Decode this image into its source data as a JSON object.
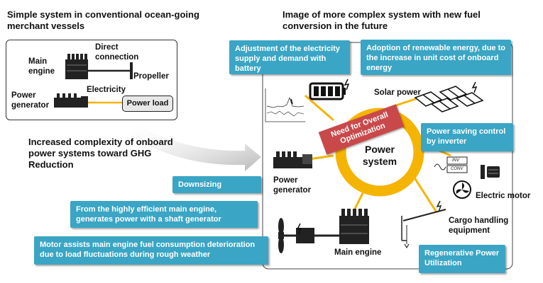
{
  "left_panel": {
    "title": "Simple system in conventional ocean-going merchant vessels",
    "main_engine": "Main engine",
    "direct_connection": "Direct connection",
    "propeller": "Propeller",
    "electricity": "Electricity",
    "power_generator": "Power generator",
    "power_load": "Power load"
  },
  "right_panel": {
    "title": "Image of more complex system with new fuel conversion in the future"
  },
  "arrow_text": "Increased complexity of onboard power systems toward GHG Reduction",
  "center": {
    "label": "Power system",
    "banner": "Need for Overall Optimization"
  },
  "nodes": {
    "solar_power": "Solar power",
    "power_generator": "Power generator",
    "main_engine": "Main engine",
    "electric_motor": "Electric motor",
    "cargo_handling": "Cargo handling equipment",
    "inv": "INV",
    "conv": "CONV"
  },
  "callouts": {
    "battery": "Adjustment of the electricity supply and demand with battery",
    "renewable": "Adoption of renewable energy, due to the increase in unit cost of onboard energy",
    "inverter": "Power saving control by inverter",
    "downsizing": "Downsizing",
    "shaft_generator": "From the highly efficient main engine, generates power with a shaft generator",
    "motor_assist": "Motor assists main engine fuel consumption deterioration due to load fluctuations during rough weather",
    "regenerative": "Regenerative Power Utilization"
  },
  "colors": {
    "callout": "#3aa5c4",
    "ring": "#f5b400",
    "banner": "#c9494a"
  }
}
